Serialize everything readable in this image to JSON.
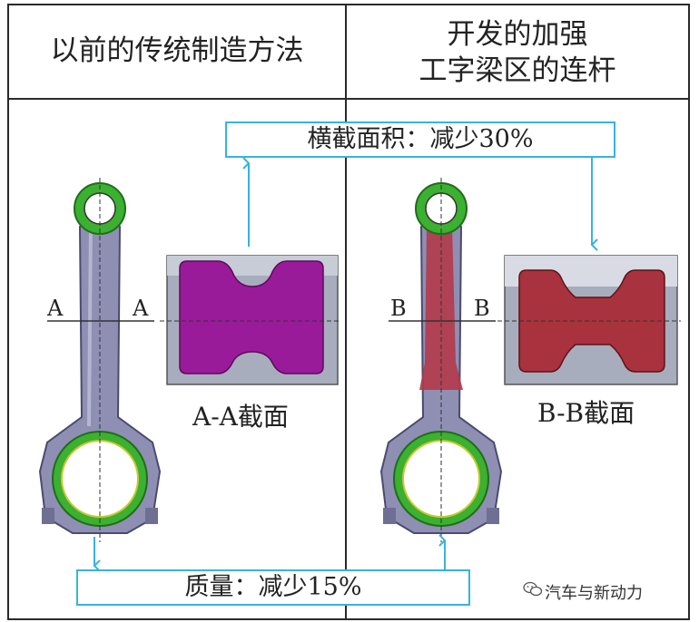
{
  "header": {
    "left": "以前的传统制造方法",
    "right_line1": "开发的加强",
    "right_line2": "工字梁区的连杆"
  },
  "boxes": {
    "area": "横截面积：减少30%",
    "mass": "质量：减少15%"
  },
  "section_labels": {
    "a_left": "A",
    "a_right": "A",
    "b_left": "B",
    "b_right": "B"
  },
  "captions": {
    "aa": "A-A截面",
    "bb": "B-B截面"
  },
  "watermark": {
    "text": "汽车与新动力",
    "icon": "wechat-icon"
  },
  "colors": {
    "box_border": "#37b3de",
    "arrow": "#37b3de",
    "rod_body": "#8e8fb3",
    "rod_green": "#3cb030",
    "section_aa": "#9a1b9a",
    "section_bb": "#a8323e",
    "beam_highlight": "#b23a4a"
  }
}
